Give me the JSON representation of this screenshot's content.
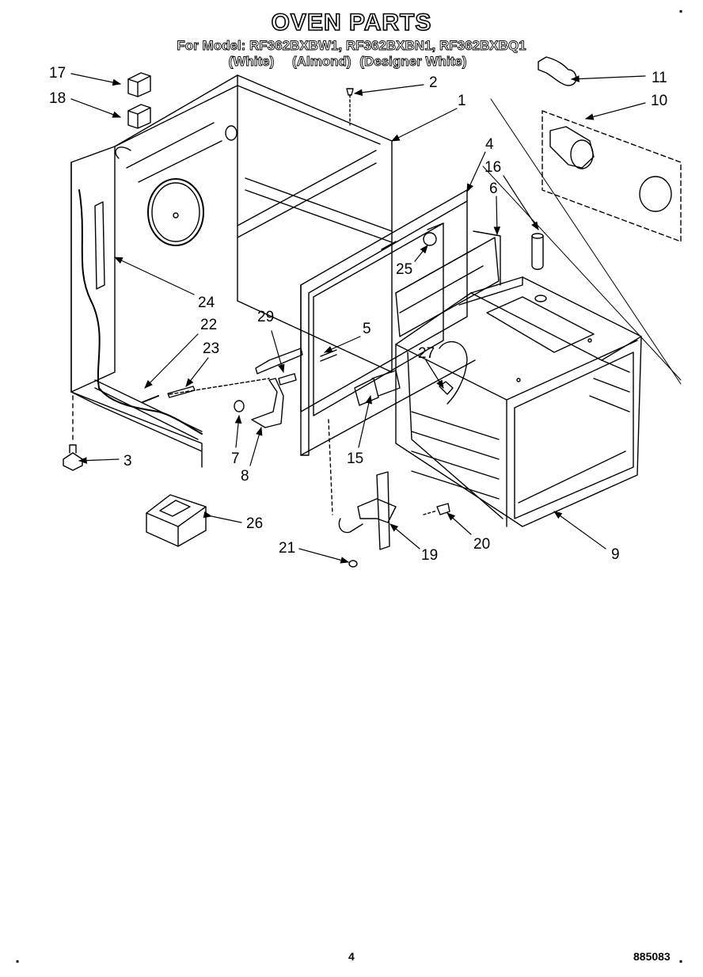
{
  "header": {
    "title": "OVEN PARTS",
    "model_line": "For Model: RF362BXBW1, RF362BXBN1, RF362BXBQ1",
    "colors": [
      "(White)",
      "(Almond)",
      "(Designer White)"
    ]
  },
  "callouts": [
    "1",
    "2",
    "3",
    "4",
    "5",
    "6",
    "7",
    "8",
    "9",
    "10",
    "11",
    "15",
    "16",
    "17",
    "18",
    "19",
    "20",
    "21",
    "22",
    "23",
    "24",
    "25",
    "26",
    "27",
    "29"
  ],
  "footer": {
    "page_number": "4",
    "doc_number": "885083"
  },
  "corner_mark": "▪"
}
